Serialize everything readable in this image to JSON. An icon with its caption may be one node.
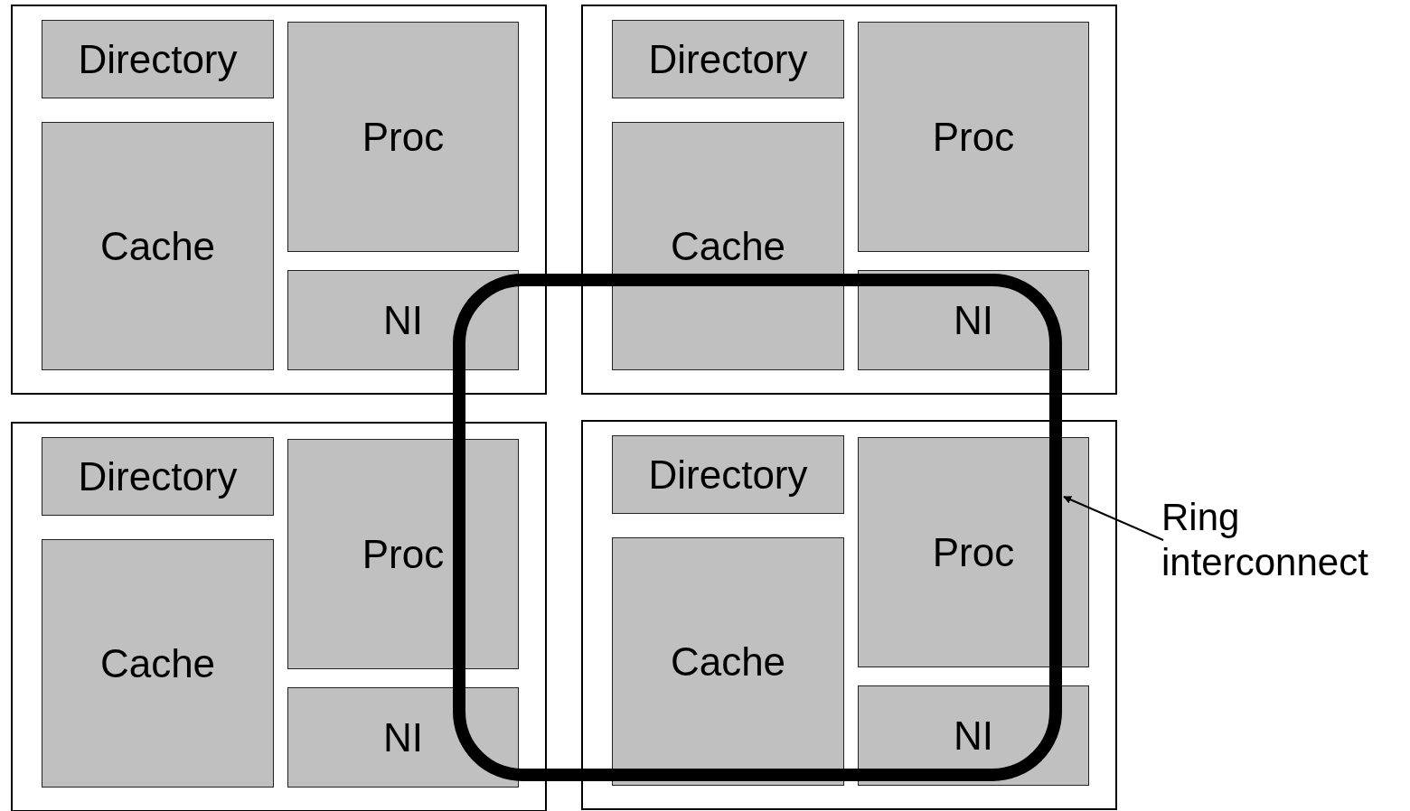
{
  "diagram": {
    "nodes": [
      {
        "text": [],
        "shape": "box"
      },
      {
        "text": [
          "Directory"
        ],
        "in": 0
      },
      {
        "text": [
          "Proc"
        ],
        "in": 0
      },
      {
        "text": [
          "Cache"
        ],
        "in": 0
      },
      {
        "text": [
          "NI"
        ],
        "in": 0
      },
      {
        "text": [],
        "shape": "box"
      },
      {
        "text": [
          "Directory"
        ],
        "in": 5
      },
      {
        "text": [
          "Proc"
        ],
        "in": 5
      },
      {
        "text": [
          "Cache"
        ],
        "in": 5
      },
      {
        "text": [
          "NI"
        ],
        "in": 5
      },
      {
        "text": [],
        "shape": "box"
      },
      {
        "text": [
          "Directory"
        ],
        "in": 10
      },
      {
        "text": [
          "Proc"
        ],
        "in": 10
      },
      {
        "text": [
          "Cache"
        ],
        "in": 10
      },
      {
        "text": [
          "NI"
        ],
        "in": 10
      },
      {
        "text": [],
        "shape": "box"
      },
      {
        "text": [
          "Directory"
        ],
        "in": 15
      },
      {
        "text": [
          "Proc"
        ],
        "in": 15
      },
      {
        "text": [
          "Cache"
        ],
        "in": 15
      },
      {
        "text": [
          "NI"
        ],
        "in": 15
      },
      {
        "text": [],
        "shape": "box"
      },
      {
        "text": [
          "Ring interconnect"
        ]
      }
    ],
    "edges": [
      {
        "from": 21,
        "to": 20,
        "arrow": "to"
      }
    ]
  }
}
